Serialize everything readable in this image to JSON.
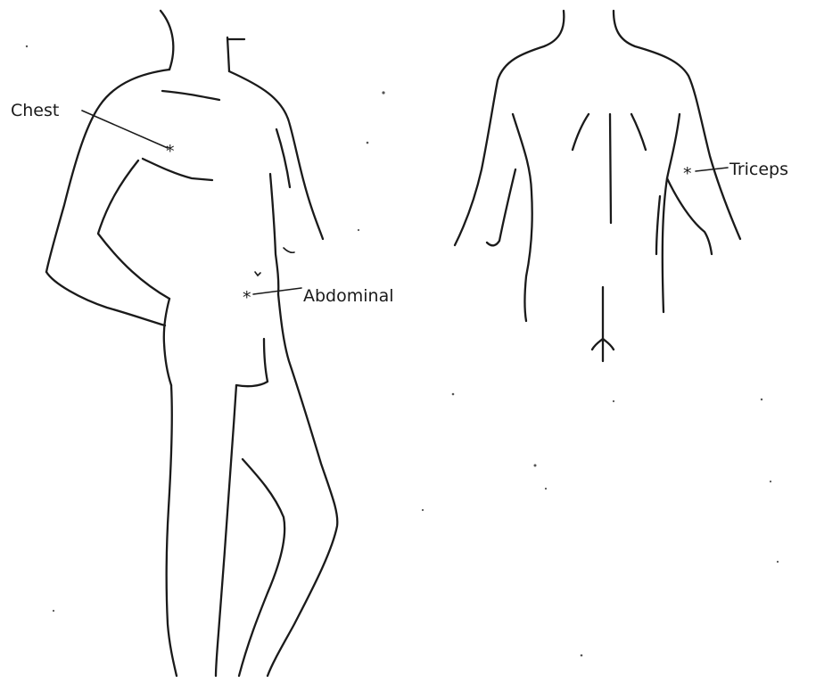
{
  "labels": {
    "chest": "Chest",
    "abdominal": "Abdominal",
    "triceps": "Triceps"
  },
  "colors": {
    "ink": "#1a1a1a",
    "paper": "#ffffff"
  }
}
